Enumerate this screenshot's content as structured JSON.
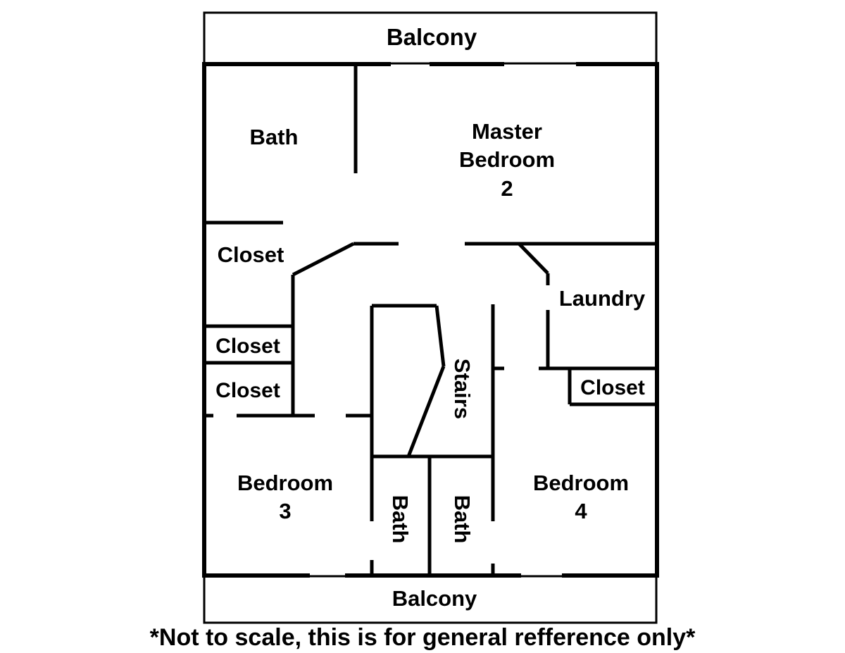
{
  "floorplan": {
    "rooms": {
      "balcony_top": "Balcony",
      "bath_top": "Bath",
      "master_line1": "Master",
      "master_line2": "Bedroom",
      "master_line3": "2",
      "closet_upper": "Closet",
      "laundry": "Laundry",
      "closet_mid": "Closet",
      "closet_low": "Closet",
      "stairs": "Stairs",
      "closet_right": "Closet",
      "bedroom3_line1": "Bedroom",
      "bedroom3_line2": "3",
      "bath_left": "Bath",
      "bath_right": "Bath",
      "bedroom4_line1": "Bedroom",
      "bedroom4_line2": "4",
      "balcony_bottom": "Balcony"
    },
    "note": "*Not to scale, this is for general refference only*"
  }
}
